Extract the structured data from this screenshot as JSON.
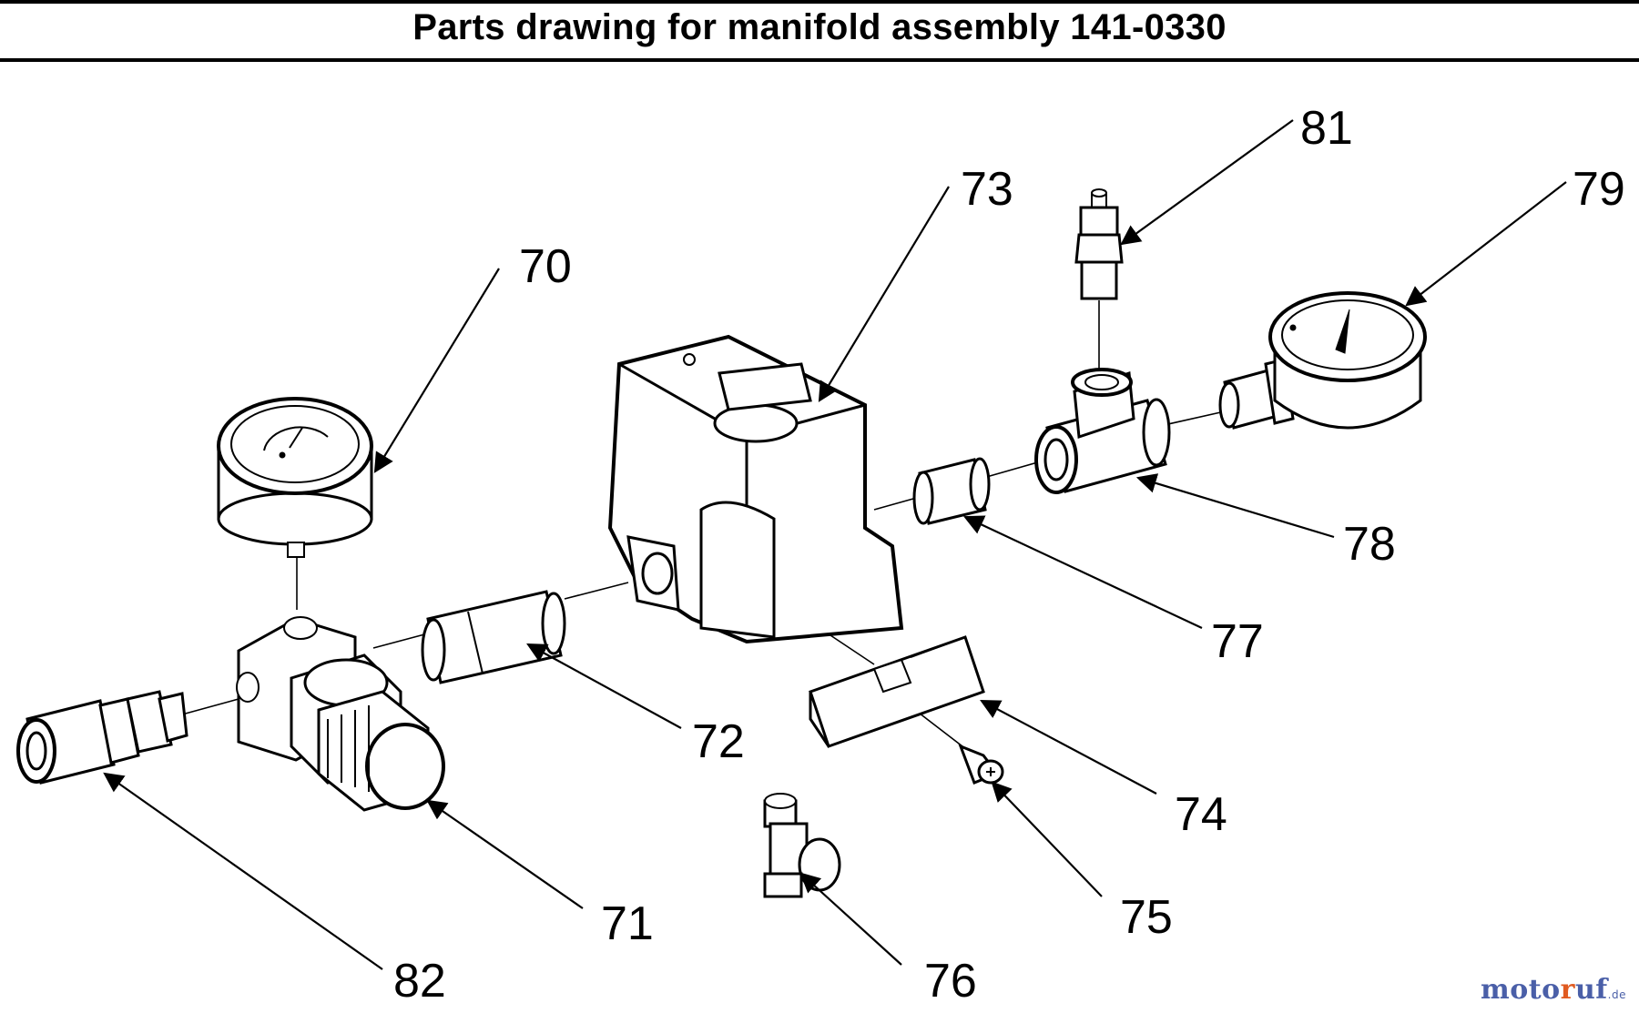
{
  "header": {
    "title": "Parts drawing for manifold assembly 141-0330"
  },
  "callouts": [
    {
      "id": "70",
      "label": "70"
    },
    {
      "id": "71",
      "label": "71"
    },
    {
      "id": "72",
      "label": "72"
    },
    {
      "id": "73",
      "label": "73"
    },
    {
      "id": "74",
      "label": "74"
    },
    {
      "id": "75",
      "label": "75"
    },
    {
      "id": "76",
      "label": "76"
    },
    {
      "id": "77",
      "label": "77"
    },
    {
      "id": "78",
      "label": "78"
    },
    {
      "id": "79",
      "label": "79"
    },
    {
      "id": "81",
      "label": "81"
    },
    {
      "id": "82",
      "label": "82"
    }
  ],
  "watermark": {
    "part_a": "moto",
    "part_b": "r",
    "part_c": "uf",
    "tld": ".de"
  }
}
